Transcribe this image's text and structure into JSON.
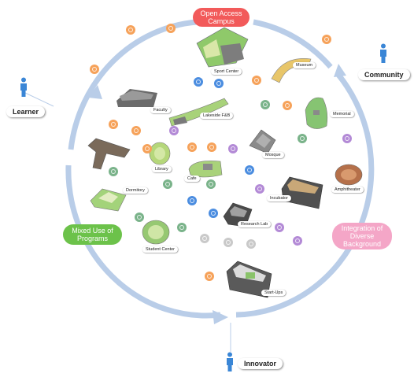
{
  "colors": {
    "circle": "#b9cde8",
    "person": "#3a86d6",
    "open_access": "#f25a5a",
    "mixed_use": "#6cc24a",
    "diverse": "#f4a6c7",
    "bubble_orange": "#f6a25a",
    "bubble_blue": "#4b8de0",
    "bubble_green": "#7ab38a",
    "bubble_purple": "#b38ad6",
    "bubble_gray": "#c9c9c9"
  },
  "themes": {
    "open_access": "Open Access Campus",
    "mixed_use": "Mixed Use of Programs",
    "diverse": "Integration of Diverse Background"
  },
  "actors": {
    "learner": "Learner",
    "community": "Community",
    "innovator": "Innovator"
  },
  "buildings": {
    "sport_center": "Sport Center",
    "museum": "Museum",
    "faculty": "Faculty",
    "lakeside": "Lakeside F&B",
    "memorial": "Memorial",
    "library": "Library",
    "mosque": "Mosque",
    "cafe": "Cafe",
    "dormitory": "Dormitory",
    "incubator": "Incubator",
    "amphitheater": "Amphitheater",
    "research_lab": "Research Lab",
    "student_center": "Student Center",
    "startups": "Start-Ups"
  }
}
